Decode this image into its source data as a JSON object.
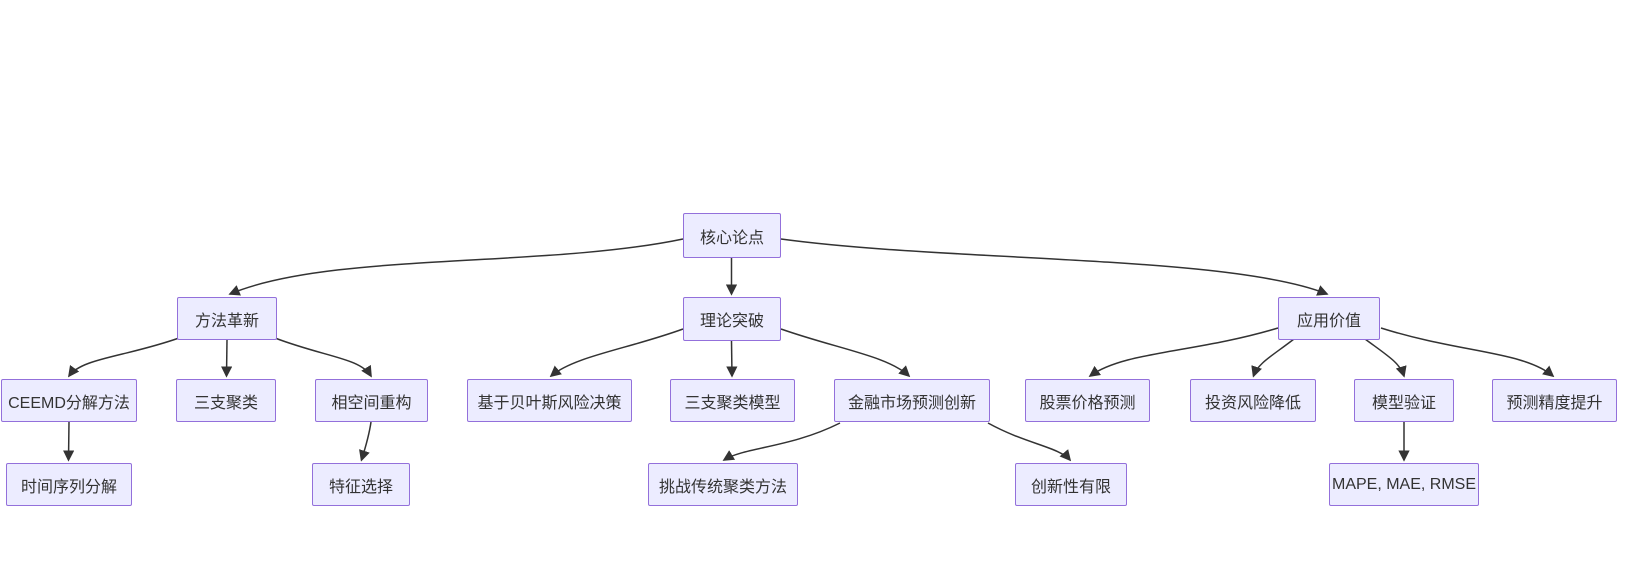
{
  "diagram": {
    "type": "flowchart-tree",
    "direction": "top-down",
    "colors": {
      "background": "#ffffff",
      "node_fill": "#ECECFF",
      "node_border": "#9370DB",
      "node_text": "#333333",
      "edge": "#333333"
    },
    "nodes": {
      "core_argument": {
        "label": "核心论点"
      },
      "method_innovation": {
        "label": "方法革新"
      },
      "theory_breakthrough": {
        "label": "理论突破"
      },
      "application_value": {
        "label": "应用价值"
      },
      "ceemd_decomposition": {
        "label": "CEEMD分解方法"
      },
      "three_way_clustering": {
        "label": "三支聚类"
      },
      "phase_space_reconstruction": {
        "label": "相空间重构"
      },
      "bayesian_risk_decision": {
        "label": "基于贝叶斯风险决策"
      },
      "three_way_clustering_model": {
        "label": "三支聚类模型"
      },
      "financial_market_prediction_innovation": {
        "label": "金融市场预测创新"
      },
      "stock_price_prediction": {
        "label": "股票价格预测"
      },
      "investment_risk_reduction": {
        "label": "投资风险降低"
      },
      "model_validation": {
        "label": "模型验证"
      },
      "prediction_accuracy_improvement": {
        "label": "预测精度提升"
      },
      "time_series_decomposition": {
        "label": "时间序列分解"
      },
      "feature_selection": {
        "label": "特征选择"
      },
      "challenge_traditional_clustering": {
        "label": "挑战传统聚类方法"
      },
      "limited_novelty": {
        "label": "创新性有限"
      },
      "evaluation_metrics": {
        "label": "MAPE, MAE, RMSE"
      }
    },
    "edges": [
      {
        "from": "core_argument",
        "to": "method_innovation"
      },
      {
        "from": "core_argument",
        "to": "theory_breakthrough"
      },
      {
        "from": "core_argument",
        "to": "application_value"
      },
      {
        "from": "method_innovation",
        "to": "ceemd_decomposition"
      },
      {
        "from": "method_innovation",
        "to": "three_way_clustering"
      },
      {
        "from": "method_innovation",
        "to": "phase_space_reconstruction"
      },
      {
        "from": "ceemd_decomposition",
        "to": "time_series_decomposition"
      },
      {
        "from": "phase_space_reconstruction",
        "to": "feature_selection"
      },
      {
        "from": "theory_breakthrough",
        "to": "bayesian_risk_decision"
      },
      {
        "from": "theory_breakthrough",
        "to": "three_way_clustering_model"
      },
      {
        "from": "theory_breakthrough",
        "to": "financial_market_prediction_innovation"
      },
      {
        "from": "financial_market_prediction_innovation",
        "to": "challenge_traditional_clustering"
      },
      {
        "from": "financial_market_prediction_innovation",
        "to": "limited_novelty"
      },
      {
        "from": "application_value",
        "to": "stock_price_prediction"
      },
      {
        "from": "application_value",
        "to": "investment_risk_reduction"
      },
      {
        "from": "application_value",
        "to": "model_validation"
      },
      {
        "from": "application_value",
        "to": "prediction_accuracy_improvement"
      },
      {
        "from": "model_validation",
        "to": "evaluation_metrics"
      }
    ]
  }
}
